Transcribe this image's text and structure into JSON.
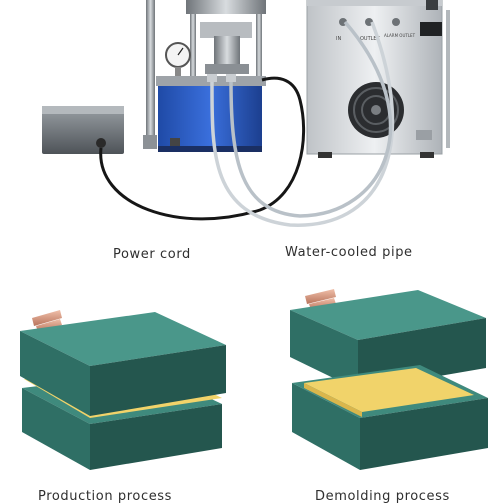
{
  "labels": {
    "power_cord": "Power cord",
    "water_cooled_pipe": "Water-cooled pipe",
    "production_process": "Production process",
    "demolding_process": "Demolding process"
  },
  "chiller_panel": {
    "port_in": "IN",
    "port_out": "OUTLET",
    "alarm": "ALARM OUTLET"
  },
  "colors": {
    "block_top": "#3f8a7d",
    "block_front": "#2f6f65",
    "block_side": "#24564e",
    "film": "#f1d36a",
    "press_base": "#2d5fc7",
    "chiller_body": "#d8dbde",
    "copper_pipe": "#d99c83"
  }
}
